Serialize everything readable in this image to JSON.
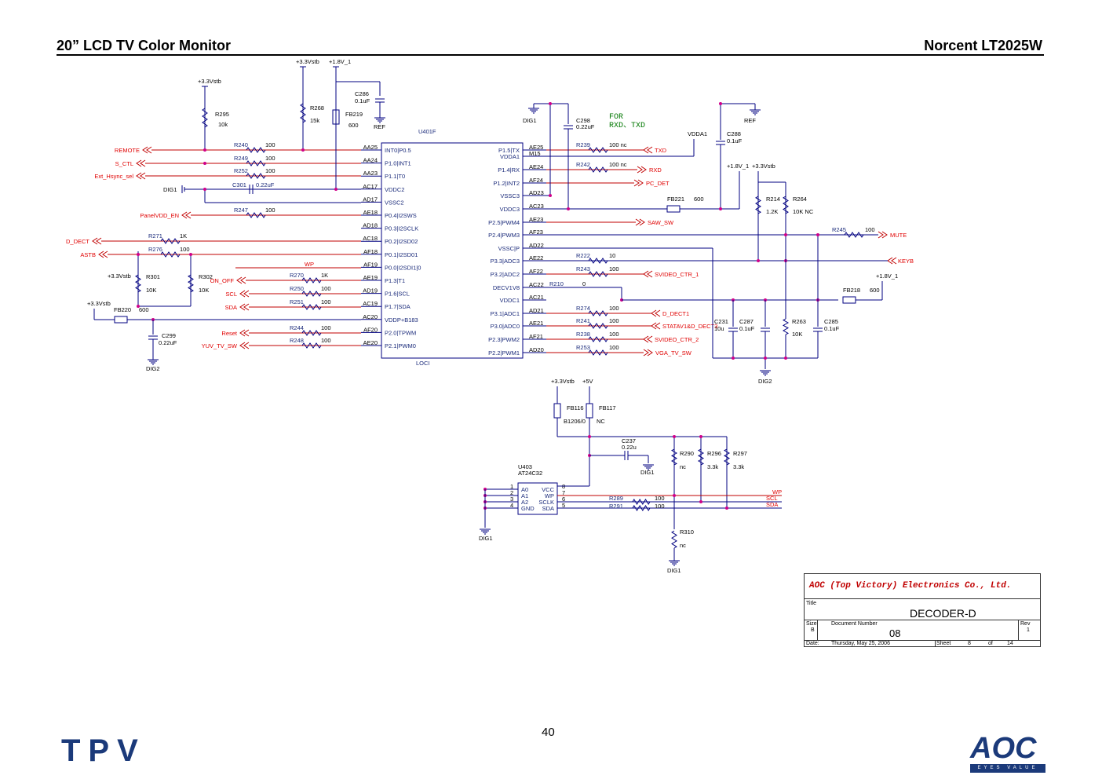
{
  "header": {
    "left": "20” LCD TV Color Monitor",
    "right": "Norcent LT2025W"
  },
  "page_number": "40",
  "chip": {
    "ref": "U401F",
    "bottom": "LOCI",
    "left_pins": [
      {
        "num": "AA25",
        "name": "INT0|P0.5"
      },
      {
        "num": "AA24",
        "name": "P1.0|INT1"
      },
      {
        "num": "AA23",
        "name": "P1.1|T0"
      },
      {
        "num": "AC17",
        "name": "VDDC2"
      },
      {
        "num": "AD17",
        "name": "VSSC2"
      },
      {
        "num": "AE18",
        "name": "P0.4|I2SWS"
      },
      {
        "num": "AD18",
        "name": "P0.3|I2SCLK"
      },
      {
        "num": "AC18",
        "name": "P0.2|I2SD02"
      },
      {
        "num": "AF18",
        "name": "P0.1|I2SD01"
      },
      {
        "num": "AF19",
        "name": "P0.0|I2SDI1|0"
      },
      {
        "num": "AE19",
        "name": "P1.3|T1"
      },
      {
        "num": "AD19",
        "name": "P1.6|SCL"
      },
      {
        "num": "AC19",
        "name": "P1.7|SDA"
      },
      {
        "num": "AC20",
        "name": "VDDP+B183"
      },
      {
        "num": "AF20",
        "name": "P2.0|TPWM"
      },
      {
        "num": "AE20",
        "name": "P2.1|PWM0"
      }
    ],
    "right_pins": [
      {
        "num": "AE25",
        "name": "P1.5|TX"
      },
      {
        "num": "M15",
        "name": "VDDA1"
      },
      {
        "num": "AE24",
        "name": "P1.4|RX"
      },
      {
        "num": "AF24",
        "name": "P1.2|INT2"
      },
      {
        "num": "AD23",
        "name": "VSSC3"
      },
      {
        "num": "AC23",
        "name": "VDDC3"
      },
      {
        "num": "AE23",
        "name": "P2.5|PWM4"
      },
      {
        "num": "AF23",
        "name": "P2.4|PWM3"
      },
      {
        "num": "AD22",
        "name": "VSSC|P"
      },
      {
        "num": "AE22",
        "name": "P3.3|ADC3"
      },
      {
        "num": "AF22",
        "name": "P3.2|ADC2"
      },
      {
        "num": "AC22",
        "name": "DECV1V8"
      },
      {
        "num": "AC21",
        "name": "VDDC1"
      },
      {
        "num": "AD21",
        "name": "P3.1|ADC1"
      },
      {
        "num": "AE21",
        "name": "P3.0|ADC0"
      },
      {
        "num": "AF21",
        "name": "P2.3|PWM2"
      },
      {
        "num": "AD20",
        "name": "P2.2|PWM1"
      }
    ]
  },
  "left_nets": [
    {
      "net": "REMOTE",
      "res": "R240",
      "val": "100"
    },
    {
      "net": "S_CTL",
      "res": "R249",
      "val": "100"
    },
    {
      "net": "Ext_Hsync_sel",
      "res": "R252",
      "val": "100"
    },
    {
      "net": "DIG1",
      "res": "C301",
      "val": "0.22uF"
    },
    {
      "net": "PanelVDD_EN",
      "res": "R247",
      "val": "100"
    },
    {
      "net": "D_DECT",
      "res": "R271",
      "val": "1K"
    },
    {
      "net": "ASTB",
      "res": "R276",
      "val": "100"
    },
    {
      "net": "WP",
      "res": "",
      "val": ""
    },
    {
      "net": "ON_OFF",
      "res": "R270",
      "val": "1K"
    },
    {
      "net": "SCL",
      "res": "R250",
      "val": "100"
    },
    {
      "net": "SDA",
      "res": "R251",
      "val": "100"
    },
    {
      "net": "Reset",
      "res": "R244",
      "val": "100"
    },
    {
      "net": "YUV_TV_SW",
      "res": "R248",
      "val": "100"
    }
  ],
  "right_nets": [
    {
      "net": "TXD",
      "res": "R239",
      "val": "100 nc"
    },
    {
      "net": "RXD",
      "res": "R242",
      "val": "100 nc"
    },
    {
      "net": "PC_DET",
      "res": "",
      "val": ""
    },
    {
      "net": "SAW_SW",
      "res": "",
      "val": ""
    },
    {
      "net": "MUTE",
      "res": "R245",
      "val": "100"
    },
    {
      "net": "KEYB",
      "res": "R222",
      "val": "10"
    },
    {
      "net": "SVIDEO_CTR_1",
      "res": "R243",
      "val": "100"
    },
    {
      "net": "D_DECT1",
      "res": "R274",
      "val": "100"
    },
    {
      "net": "STATAV1&D_DECT3",
      "res": "R241",
      "val": "100"
    },
    {
      "net": "SVIDEO_CTR_2",
      "res": "R238",
      "val": "100"
    },
    {
      "net": "VGA_TV_SW",
      "res": "R253",
      "val": "100"
    }
  ],
  "misc_labels": {
    "r210": "R210",
    "r210_val": "0",
    "r295": "R295",
    "r295_val": "10k",
    "r268": "R268",
    "r268_val": "15k",
    "c286": "C286",
    "c286_val": "0.1uF",
    "fb219": "FB219",
    "fb219_val": "600",
    "c298": "C298",
    "c298_val": "0.22uF",
    "c288": "C288",
    "c288_val": "0.1uF",
    "vdda1": "VDDA1",
    "fb221": "FB221",
    "fb221_val": "600",
    "r214": "R214",
    "r214_val": "1.2K",
    "r264": "R264",
    "r264_val": "10K NC",
    "fb218": "FB218",
    "fb218_val": "600",
    "c231": "C231",
    "c231_val": "10u",
    "c287": "C287",
    "c287_val": "0.1uF",
    "r263": "R263",
    "r263_val": "10K",
    "c285": "C285",
    "c285_val": "0.1uF",
    "r301": "R301",
    "r301_val": "10K",
    "r302": "R302",
    "r302_val": "10K",
    "fb220": "FB220",
    "fb220_val": "600",
    "c299": "C299",
    "c299_val": "0.22uF",
    "v33": "+3.3Vstb",
    "v18": "+1.8V_1",
    "v5": "+5V",
    "ref": "REF",
    "dig1": "DIG1",
    "dig2": "DIG2",
    "for_note_1": "FOR",
    "for_note_2": "RXD、TXD"
  },
  "eeprom": {
    "ref": "U403",
    "part": "AT24C32",
    "left": [
      {
        "num": "1",
        "name": "A0"
      },
      {
        "num": "2",
        "name": "A1"
      },
      {
        "num": "3",
        "name": "A2"
      },
      {
        "num": "4",
        "name": "GND"
      }
    ],
    "right": [
      {
        "num": "8",
        "name": "VCC"
      },
      {
        "num": "7",
        "name": "WP"
      },
      {
        "num": "6",
        "name": "SCLK"
      },
      {
        "num": "5",
        "name": "SDA"
      }
    ],
    "fb116": "FB116",
    "fb116_val": "B1206/0",
    "fb117": "FB117",
    "fb117_val": "NC",
    "c237": "C237",
    "c237_val": "0.22u",
    "r290": "R290",
    "r290_val": "nc",
    "r296": "R296",
    "r296_val": "3.3k",
    "r297": "R297",
    "r297_val": "3.3k",
    "r289": "R289",
    "r289_val": "100",
    "r291": "R291",
    "r291_val": "100",
    "r310": "R310",
    "r310_val": "nc",
    "wp": "WP",
    "scl": "SCL",
    "sda": "SDA"
  },
  "title_block": {
    "company": "AOC (Top Victory) Electronics Co., Ltd.",
    "title_label": "Title",
    "title": "DECODER-D",
    "size_label": "Size",
    "size": "B",
    "doc_label": "Document Number",
    "doc_number": "08",
    "rev_label": "Rev",
    "rev": "1",
    "date_label": "Date:",
    "date": "Thursday, May 25, 2006",
    "sheet_label": "Sheet",
    "sheet": "8",
    "of_label": "of",
    "total": "14"
  },
  "logos": {
    "left": "TPV",
    "right": "AOC",
    "right_tagline": "EYES VALUE"
  }
}
